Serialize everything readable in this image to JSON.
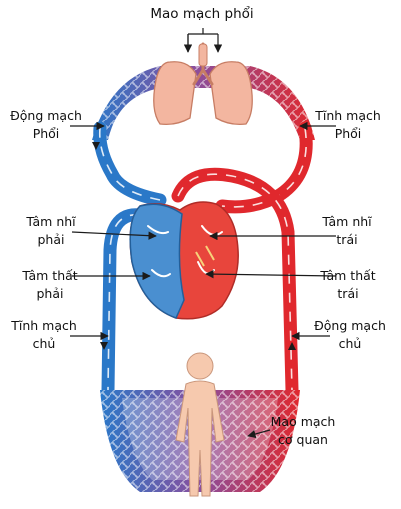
{
  "labels": {
    "lung_capillaries": "Mao mạch phổi",
    "pulmonary_artery_1": "Động mạch",
    "pulmonary_artery_2": "Phổi",
    "pulmonary_vein_1": "Tĩnh mạch",
    "pulmonary_vein_2": "Phổi",
    "right_atrium_1": "Tâm nhĩ",
    "right_atrium_2": "phải",
    "left_atrium_1": "Tâm nhĩ",
    "left_atrium_2": "trái",
    "right_ventricle_1": "Tâm thất",
    "right_ventricle_2": "phải",
    "left_ventricle_1": "Tâm thất",
    "left_ventricle_2": "trái",
    "vena_cava_1": "Tĩnh mạch",
    "vena_cava_2": "chủ",
    "aorta_1": "Động mạch",
    "aorta_2": "chủ",
    "organ_capillaries_1": "Mao mạch",
    "organ_capillaries_2": "cơ quan"
  },
  "colors": {
    "oxygen_poor": "#2a78c8",
    "oxygen_rich": "#e0282d",
    "capillary": "#6a4fa0",
    "lung": "#f3b6a0",
    "heart_left": "#e8453c",
    "heart_right": "#4a8fd0",
    "body": "#f6c9ae"
  }
}
